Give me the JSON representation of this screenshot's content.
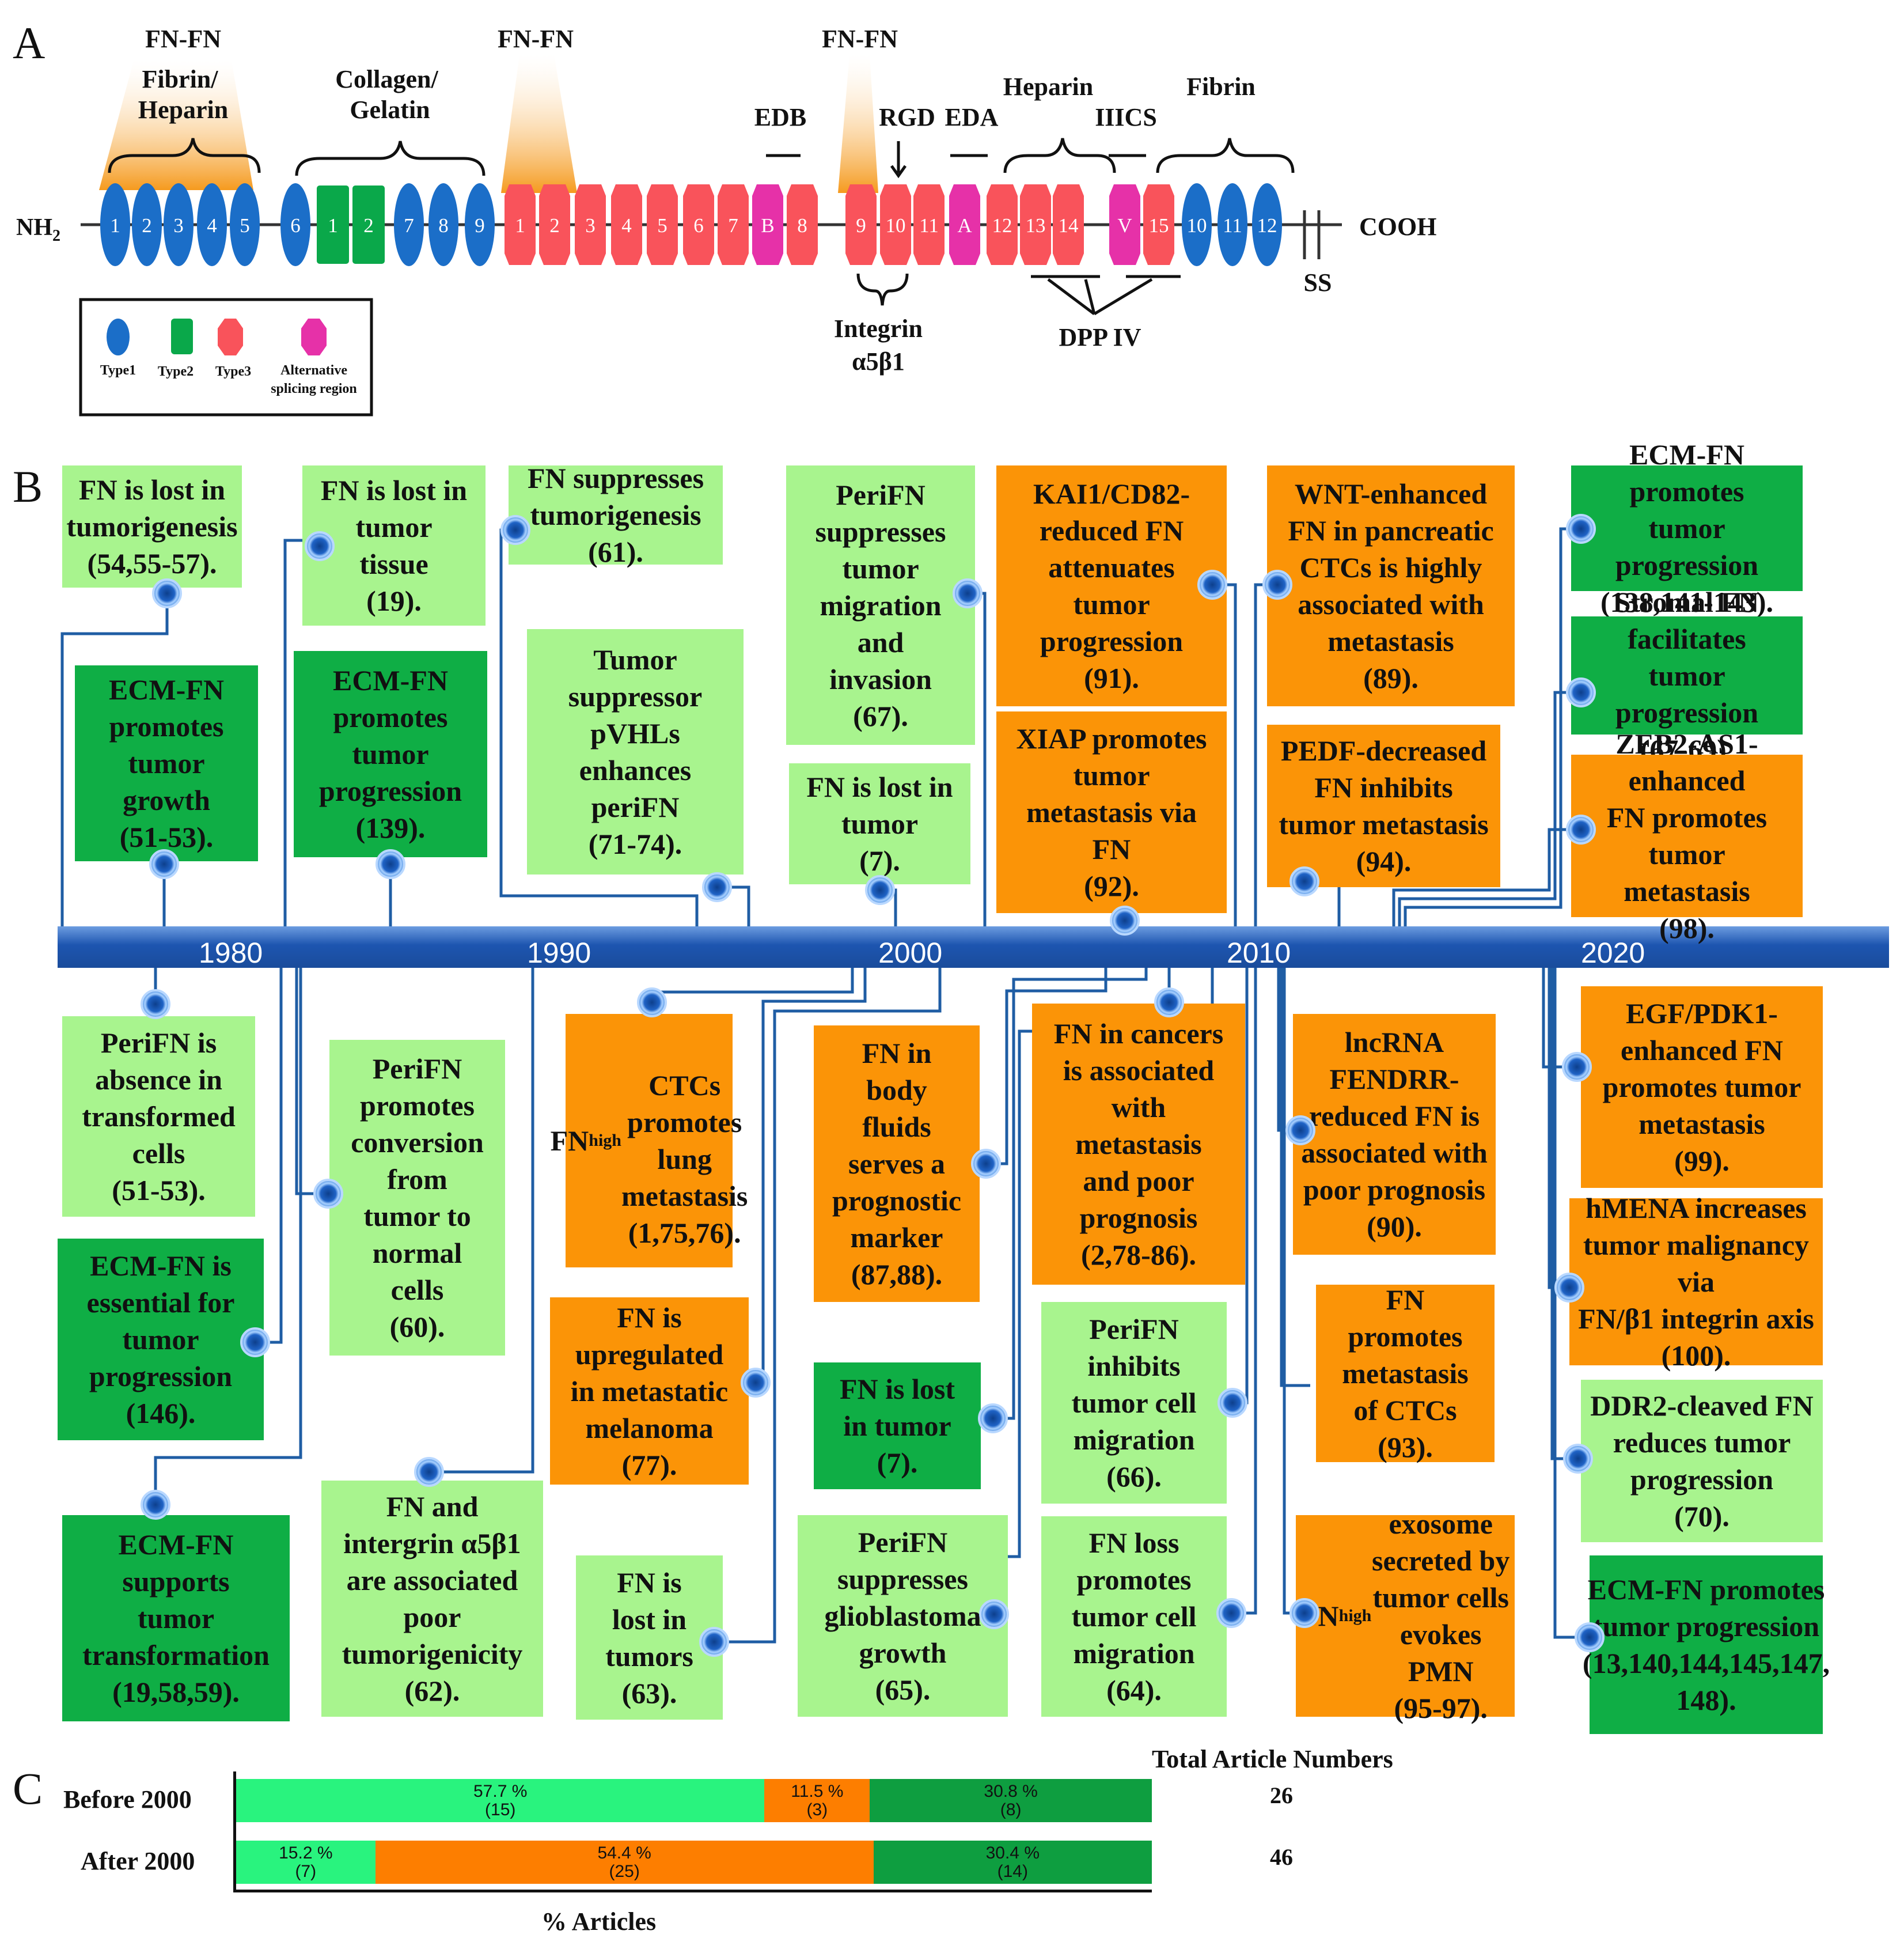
{
  "panel_labels": {
    "a": "A",
    "b": "B",
    "c": "C"
  },
  "panel_a": {
    "group_labels": {
      "fnfn_1": "FN-FN",
      "fibrin_heparin": "Fibrin/\nHeparin",
      "collagen": "Collagen/\nGelatin",
      "fnfn_2": "FN-FN",
      "fnfn_3": "FN-FN",
      "edb": "EDB",
      "rgd": "RGD",
      "eda": "EDA",
      "heparin": "Heparin",
      "iiics": "IIICS",
      "fibrin": "Fibrin",
      "nh2": "NH",
      "nh2_sub": "2",
      "cooh": "COOH",
      "ss": "SS",
      "integrin": "Integrin",
      "integrin_sub": "α5β1",
      "dppiv": "DPP IV"
    },
    "domains": [
      {
        "t": "1",
        "type": "type1"
      },
      {
        "t": "2",
        "type": "type1"
      },
      {
        "t": "3",
        "type": "type1"
      },
      {
        "t": "4",
        "type": "type1"
      },
      {
        "t": "5",
        "type": "type1"
      },
      {
        "t": "6",
        "type": "type1"
      },
      {
        "t": "1",
        "type": "type2"
      },
      {
        "t": "2",
        "type": "type2"
      },
      {
        "t": "7",
        "type": "type1"
      },
      {
        "t": "8",
        "type": "type1"
      },
      {
        "t": "9",
        "type": "type1"
      },
      {
        "t": "1",
        "type": "type3"
      },
      {
        "t": "2",
        "type": "type3"
      },
      {
        "t": "3",
        "type": "type3"
      },
      {
        "t": "4",
        "type": "type3"
      },
      {
        "t": "5",
        "type": "type3"
      },
      {
        "t": "6",
        "type": "type3"
      },
      {
        "t": "7",
        "type": "type3"
      },
      {
        "t": "B",
        "type": "alt"
      },
      {
        "t": "8",
        "type": "type3"
      },
      {
        "t": "9",
        "type": "type3"
      },
      {
        "t": "10",
        "type": "type3"
      },
      {
        "t": "11",
        "type": "type3"
      },
      {
        "t": "A",
        "type": "alt"
      },
      {
        "t": "12",
        "type": "type3"
      },
      {
        "t": "13",
        "type": "type3"
      },
      {
        "t": "14",
        "type": "type3"
      },
      {
        "t": "V",
        "type": "alt"
      },
      {
        "t": "15",
        "type": "type3"
      },
      {
        "t": "10",
        "type": "type1"
      },
      {
        "t": "11",
        "type": "type1"
      },
      {
        "t": "12",
        "type": "type1"
      }
    ],
    "legend": {
      "type1": "Type1",
      "type2": "Type2",
      "type3": "Type3",
      "alt_line1": "Alternative",
      "alt_line2": "splicing region"
    },
    "colors": {
      "type1": "#1b6ec8",
      "type2": "#0aa84a",
      "type3": "#f9535b",
      "alt": "#e631a8",
      "highlight": "#f59a1e"
    }
  },
  "panel_b": {
    "axis_years": [
      "1980",
      "1990",
      "2000",
      "2010",
      "2020"
    ],
    "colors": {
      "peri_fn": "#a8f48e",
      "ecm_fn": "#0fae45",
      "fn_general": "#fb9407",
      "axis": "#1f5fb8"
    },
    "above": [
      {
        "text": "FN is lost in\ntumorigenesis\n(54,55-57).",
        "color": "lg"
      },
      {
        "text": "ECM-FN\npromotes\ntumor\ngrowth\n(51-53).",
        "color": "dg"
      },
      {
        "text": "FN is lost in\ntumor\ntissue\n(19).",
        "color": "lg"
      },
      {
        "text": "ECM-FN\npromotes\ntumor\nprogression\n(139).",
        "color": "dg"
      },
      {
        "text": "FN suppresses\ntumorigenesis\n(61).",
        "color": "lg"
      },
      {
        "text": "Tumor\nsuppressor\npVHLs\nenhances\nperiFN\n(71-74).",
        "color": "lg"
      },
      {
        "text": "PeriFN\nsuppresses\ntumor\nmigration\nand\ninvasion\n(67).",
        "color": "lg"
      },
      {
        "text": "FN is lost in\ntumor\n(7).",
        "color": "lg"
      },
      {
        "text": "KAI1/CD82-\nreduced FN\nattenuates\ntumor\nprogression\n(91).",
        "color": "or"
      },
      {
        "text": "XIAP promotes\ntumor\nmetastasis via\nFN\n(92).",
        "color": "or"
      },
      {
        "text": "WNT-enhanced\nFN in pancreatic\nCTCs is highly\nassociated with\nmetastasis\n(89).",
        "color": "or"
      },
      {
        "text": "PEDF-decreased\nFN inhibits\ntumor metastasis\n(94).",
        "color": "or"
      },
      {
        "text": "ECM-FN promotes\ntumor progression\n(138,141-143).",
        "color": "dg"
      },
      {
        "text": "Stromal FN facilitates\ntumor progression\n(67-69).",
        "color": "dg"
      },
      {
        "text": "ZEB2-AS1-enhanced\nFN promotes tumor\nmetastasis\n(98).",
        "color": "or"
      }
    ],
    "below": [
      {
        "text": "PeriFN is\nabsence in\ntransformed\ncells\n(51-53).",
        "color": "lg"
      },
      {
        "text": "ECM-FN is\nessential for\ntumor\nprogression\n(146).",
        "color": "dg"
      },
      {
        "text": "ECM-FN\nsupports\ntumor\ntransformation\n(19,58,59).",
        "color": "dg"
      },
      {
        "text": "PeriFN\npromotes\nconversion\nfrom\ntumor to\nnormal\ncells\n(60).",
        "color": "lg"
      },
      {
        "text": "FN and\nintergrin α5β1\nare associated\npoor\ntumorigenicity\n(62).",
        "color": "lg"
      },
      {
        "text": "FNhigh\nCTCs\npromotes\nlung\nmetastasis\n(1,75,76).",
        "color": "or"
      },
      {
        "text": "FN is\nupregulated\nin metastatic\nmelanoma\n(77).",
        "color": "or"
      },
      {
        "text": "FN is\nlost in\ntumors\n(63).",
        "color": "lg"
      },
      {
        "text": "FN in\nbody\nfluids\nserves a\nprognostic\nmarker\n(87,88).",
        "color": "or"
      },
      {
        "text": "FN is lost\nin tumor\n(7).",
        "color": "dg"
      },
      {
        "text": "PeriFN\nsuppresses\nglioblastoma\ngrowth\n(65).",
        "color": "lg"
      },
      {
        "text": "FN in cancers\nis associated\nwith\nmetastasis\nand poor\nprognosis\n(2,78-86).",
        "color": "or"
      },
      {
        "text": "PeriFN\ninhibits\ntumor cell\nmigration\n(66).",
        "color": "lg"
      },
      {
        "text": "FN loss\npromotes\ntumor cell\nmigration\n(64).",
        "color": "lg"
      },
      {
        "text": "lncRNA\nFENDRR-\nreduced FN is\nassociated with\npoor prognosis\n(90).",
        "color": "or"
      },
      {
        "text": "FN\npromotes\nmetastasis\nof CTCs\n(93).",
        "color": "or"
      },
      {
        "text": "FNhigh exosome\nsecreted by\ntumor cells\nevokes PMN\n(95-97).",
        "color": "or"
      },
      {
        "text": "EGF/PDK1-\nenhanced FN\npromotes tumor\nmetastasis\n(99).",
        "color": "or"
      },
      {
        "text": "hMENA increases\ntumor malignancy  via\nFN/β1 integrin axis\n(100).",
        "color": "or"
      },
      {
        "text": "DDR2-cleaved FN\nreduces tumor\nprogression\n(70).",
        "color": "lg"
      },
      {
        "text": "ECM-FN promotes\ntumor progression\n(13,140,144,145,147,\n148).",
        "color": "dg"
      }
    ]
  },
  "panel_c": {
    "header": "Total Article Numbers",
    "xlabel": "% Articles",
    "colors": {
      "peri_fn": "#29f37e",
      "fn_general": "#fd7e00",
      "ecm_fn": "#0e9e40"
    },
    "chart_data": {
      "type": "bar",
      "orientation": "horizontal-stacked",
      "categories": [
        "Before 2000",
        "After 2000"
      ],
      "series": [
        {
          "values": [
            57.7,
            15.2
          ],
          "counts": [
            15,
            7
          ],
          "labels": [
            "57.7 %",
            "15.2 %"
          ],
          "count_labels": [
            "(15)",
            "(7)"
          ]
        },
        {
          "values": [
            11.5,
            54.4
          ],
          "counts": [
            3,
            25
          ],
          "labels": [
            "11.5 %",
            "54.4 %"
          ],
          "count_labels": [
            "(3)",
            "(25)"
          ]
        },
        {
          "values": [
            30.8,
            30.4
          ],
          "counts": [
            8,
            14
          ],
          "labels": [
            "30.8 %",
            "30.4 %"
          ],
          "count_labels": [
            "(8)",
            "(14)"
          ]
        }
      ],
      "totals": [
        "26",
        "46"
      ],
      "xlim": [
        0,
        100
      ]
    }
  }
}
